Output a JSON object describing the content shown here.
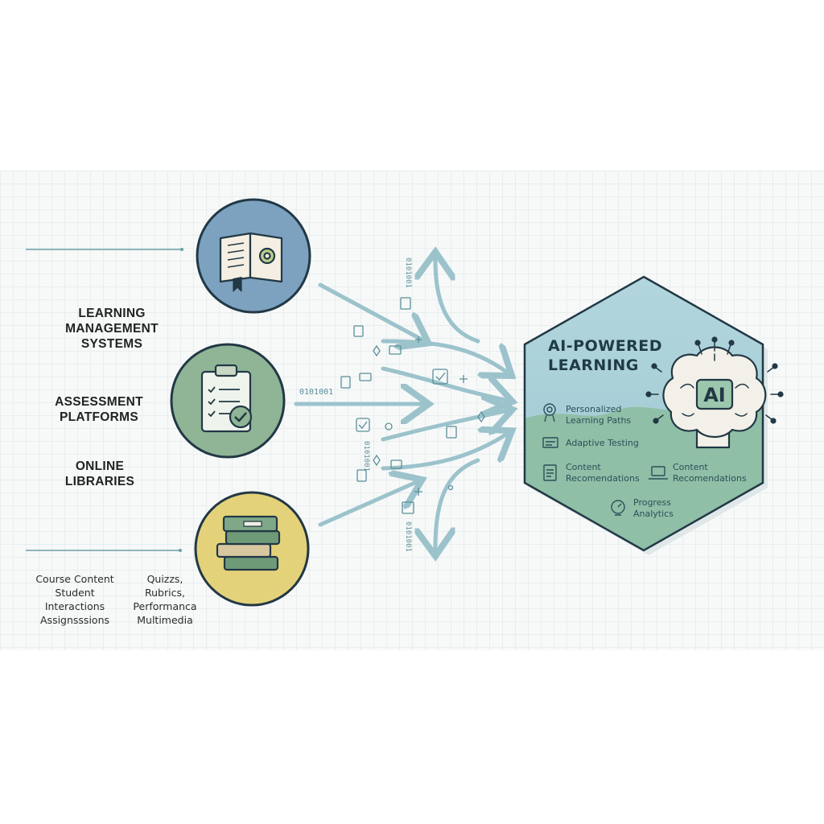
{
  "sources": {
    "lms_label": [
      "LEARNING",
      "MANAGEMENT",
      "SYSTEMS"
    ],
    "assessment_label": [
      "ASSESSMENT",
      "PLATFORMS"
    ],
    "libraries_label": [
      "ONLINE",
      "LIBRARIES"
    ]
  },
  "data_types": {
    "left_column": [
      "Course Content",
      "Student",
      "Interactions",
      "Assignsssions"
    ],
    "right_column": [
      "Quizzs,",
      "Rubrics,",
      "Performanca",
      "Multimedia"
    ]
  },
  "streams": {
    "binary_1": "0101001",
    "binary_2": "0101001",
    "binary_3": "0101001",
    "binary_4": "0101001"
  },
  "hub": {
    "title": [
      "AI-POWERED",
      "LEARNING"
    ],
    "chip_text": "AI",
    "features": [
      {
        "icon": "target-icon",
        "lines": [
          "Personalized",
          "Learning Paths"
        ]
      },
      {
        "icon": "test-icon",
        "lines": [
          "Adaptive Testing"
        ]
      },
      {
        "icon": "document-icon",
        "lines": [
          "Content",
          "Recomendations"
        ]
      },
      {
        "icon": "laptop-icon",
        "lines": [
          "Content",
          "Recomendations"
        ]
      },
      {
        "icon": "gauge-icon",
        "lines": [
          "Progress",
          "Analytics"
        ]
      }
    ]
  },
  "colors": {
    "lms_circle": "#7da2c0",
    "assessment_circle": "#8fb596",
    "libraries_circle": "#e4d27a",
    "arrow": "#9cc3cc",
    "hex_top": "#a9cfd8",
    "hex_bottom": "#8fbfa6",
    "outline": "#223845"
  }
}
